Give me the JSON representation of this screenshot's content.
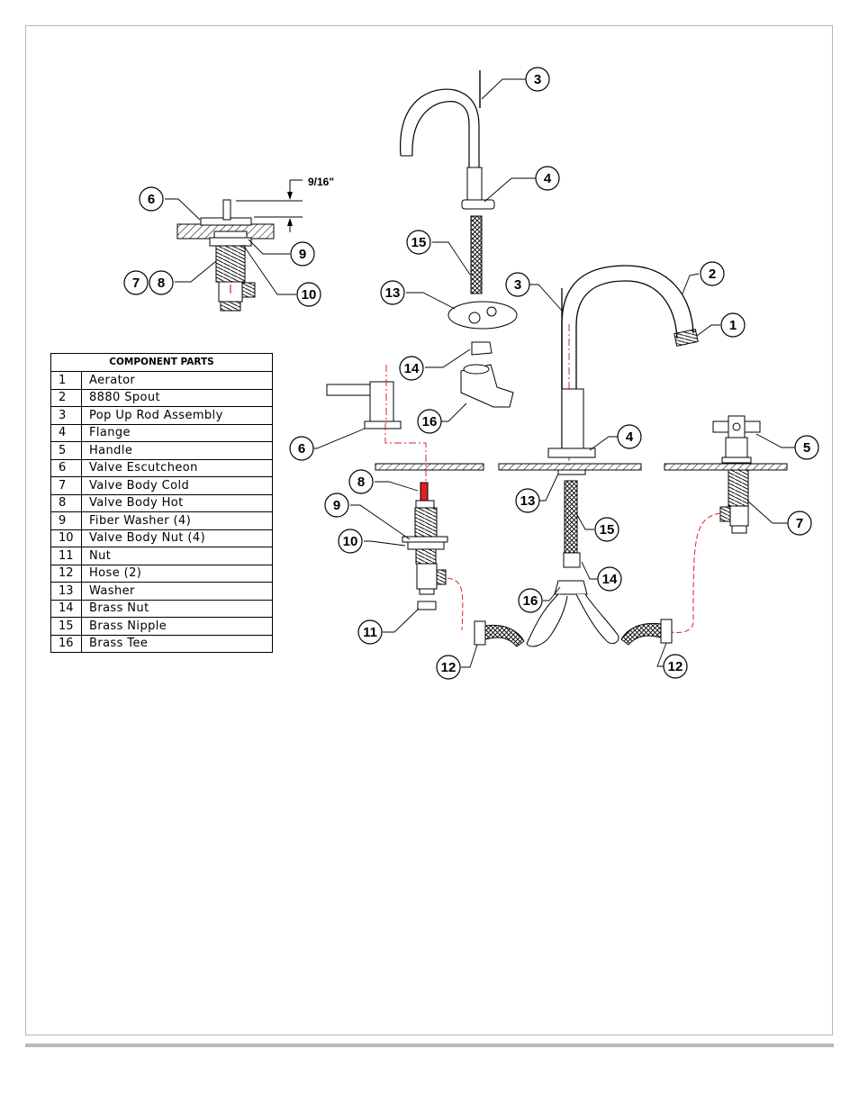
{
  "table": {
    "header": "COMPONENT PARTS",
    "rows": [
      {
        "num": "1",
        "name": "Aerator"
      },
      {
        "num": "2",
        "name": "8880 Spout"
      },
      {
        "num": "3",
        "name": "Pop Up Rod Assembly"
      },
      {
        "num": "4",
        "name": "Flange"
      },
      {
        "num": "5",
        "name": "Handle"
      },
      {
        "num": "6",
        "name": "Valve Escutcheon"
      },
      {
        "num": "7",
        "name": "Valve Body Cold"
      },
      {
        "num": "8",
        "name": "Valve Body Hot"
      },
      {
        "num": "9",
        "name": "Fiber Washer (4)"
      },
      {
        "num": "10",
        "name": "Valve Body Nut (4)"
      },
      {
        "num": "11",
        "name": "Nut"
      },
      {
        "num": "12",
        "name": "Hose (2)"
      },
      {
        "num": "13",
        "name": "Washer"
      },
      {
        "num": "14",
        "name": "Brass Nut"
      },
      {
        "num": "15",
        "name": "Brass Nipple"
      },
      {
        "num": "16",
        "name": "Brass Tee"
      }
    ]
  },
  "dimension_label": "9/16\"",
  "callouts": [
    "1",
    "2",
    "3",
    "3",
    "4",
    "4",
    "5",
    "6",
    "6",
    "7",
    "7",
    "8",
    "8",
    "9",
    "9",
    "10",
    "10",
    "11",
    "12",
    "12",
    "13",
    "13",
    "14",
    "14",
    "15",
    "15",
    "16",
    "16"
  ],
  "colors": {
    "line": "#000000",
    "centerline": "#e0202a",
    "hose_red": "#e0202a",
    "frame": "#b4b4b4"
  }
}
